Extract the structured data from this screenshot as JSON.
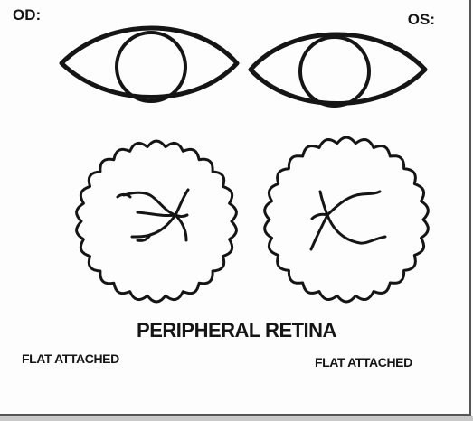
{
  "labels": {
    "right_eye": "OD:",
    "left_eye": "OS:"
  },
  "title": "PERIPHERAL RETINA",
  "findings": {
    "right_eye": "FLAT ATTACHED",
    "left_eye": "FLAT ATTACHED"
  },
  "colors": {
    "ink": "#151515",
    "paper": "#fdfdfd"
  }
}
